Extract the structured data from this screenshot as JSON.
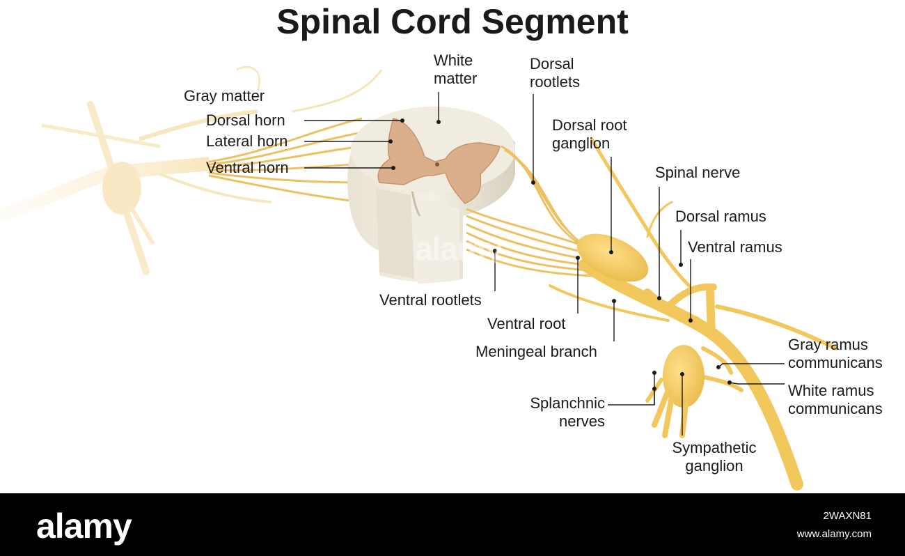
{
  "title": "Spinal Cord Segment",
  "labels": {
    "gray_matter": "Gray matter",
    "dorsal_horn": "Dorsal horn",
    "lateral_horn": "Lateral horn",
    "ventral_horn": "Ventral horn",
    "white_matter": [
      "White",
      "matter"
    ],
    "dorsal_rootlets": [
      "Dorsal",
      "rootlets"
    ],
    "dorsal_root_ganglion": [
      "Dorsal root",
      "ganglion"
    ],
    "spinal_nerve": "Spinal nerve",
    "dorsal_ramus": "Dorsal ramus",
    "ventral_ramus": "Ventral ramus",
    "ventral_rootlets": "Ventral rootlets",
    "ventral_root": "Ventral root",
    "meningeal_branch": "Meningeal branch",
    "gray_ramus": [
      "Gray ramus",
      "communicans"
    ],
    "white_ramus": [
      "White ramus",
      "communicans"
    ],
    "splanchnic": [
      "Splanchnic",
      "nerves"
    ],
    "sympathetic_ganglion": [
      "Sympathetic",
      "ganglion"
    ]
  },
  "watermark": "alamy",
  "footer": {
    "logo": "alamy",
    "image_id": "2WAXN81",
    "site": "www.alamy.com"
  },
  "colors": {
    "nerve": "#f2c75c",
    "white_matter": "#ece6d8",
    "gray_matter": "#d9ad8a",
    "leader": "#1a1a1a"
  }
}
